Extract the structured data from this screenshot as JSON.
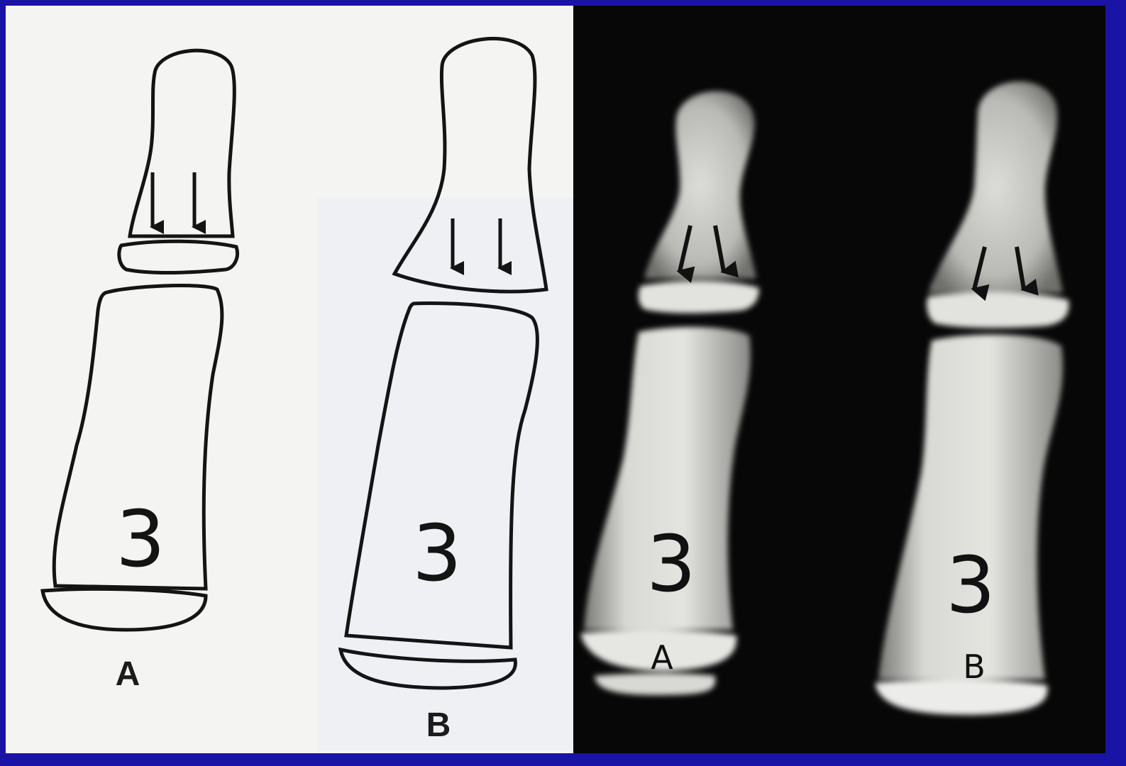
{
  "figure": {
    "drawings": [
      {
        "number": "3",
        "label": "A"
      },
      {
        "number": "3",
        "label": "B"
      }
    ],
    "xrays": [
      {
        "number": "3",
        "label": "A"
      },
      {
        "number": "3",
        "label": "B"
      }
    ],
    "colors": {
      "border": "#1a14a6",
      "paper": "#f4f4f2",
      "ink": "#141414",
      "film": "#070707",
      "bone": "#e6e6e3"
    }
  }
}
